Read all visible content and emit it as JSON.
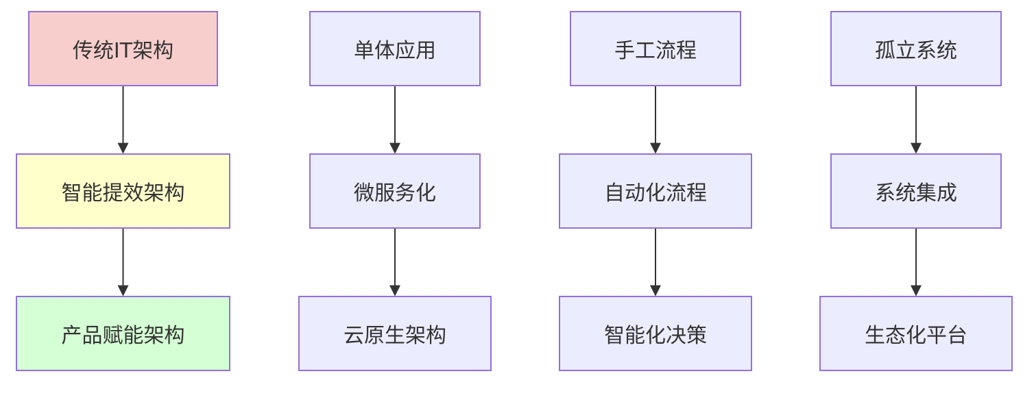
{
  "colors": {
    "default_fill": "#ECECFF",
    "border": "#9370DB",
    "edge": "#333333",
    "text": "#333333",
    "traditional_fill": "#F8CECC",
    "intelligent_fill": "#FFFFCC",
    "product_fill": "#D5FFD5"
  },
  "columns": [
    {
      "nodes": [
        {
          "label": "传统IT架构",
          "fill": "#F8CECC"
        },
        {
          "label": "智能提效架构",
          "fill": "#FFFFCC"
        },
        {
          "label": "产品赋能架构",
          "fill": "#D5FFD5"
        }
      ]
    },
    {
      "nodes": [
        {
          "label": "单体应用",
          "fill": "#ECECFF"
        },
        {
          "label": "微服务化",
          "fill": "#ECECFF"
        },
        {
          "label": "云原生架构",
          "fill": "#ECECFF"
        }
      ]
    },
    {
      "nodes": [
        {
          "label": "手工流程",
          "fill": "#ECECFF"
        },
        {
          "label": "自动化流程",
          "fill": "#ECECFF"
        },
        {
          "label": "智能化决策",
          "fill": "#ECECFF"
        }
      ]
    },
    {
      "nodes": [
        {
          "label": "孤立系统",
          "fill": "#ECECFF"
        },
        {
          "label": "系统集成",
          "fill": "#ECECFF"
        },
        {
          "label": "生态化平台",
          "fill": "#ECECFF"
        }
      ]
    }
  ]
}
